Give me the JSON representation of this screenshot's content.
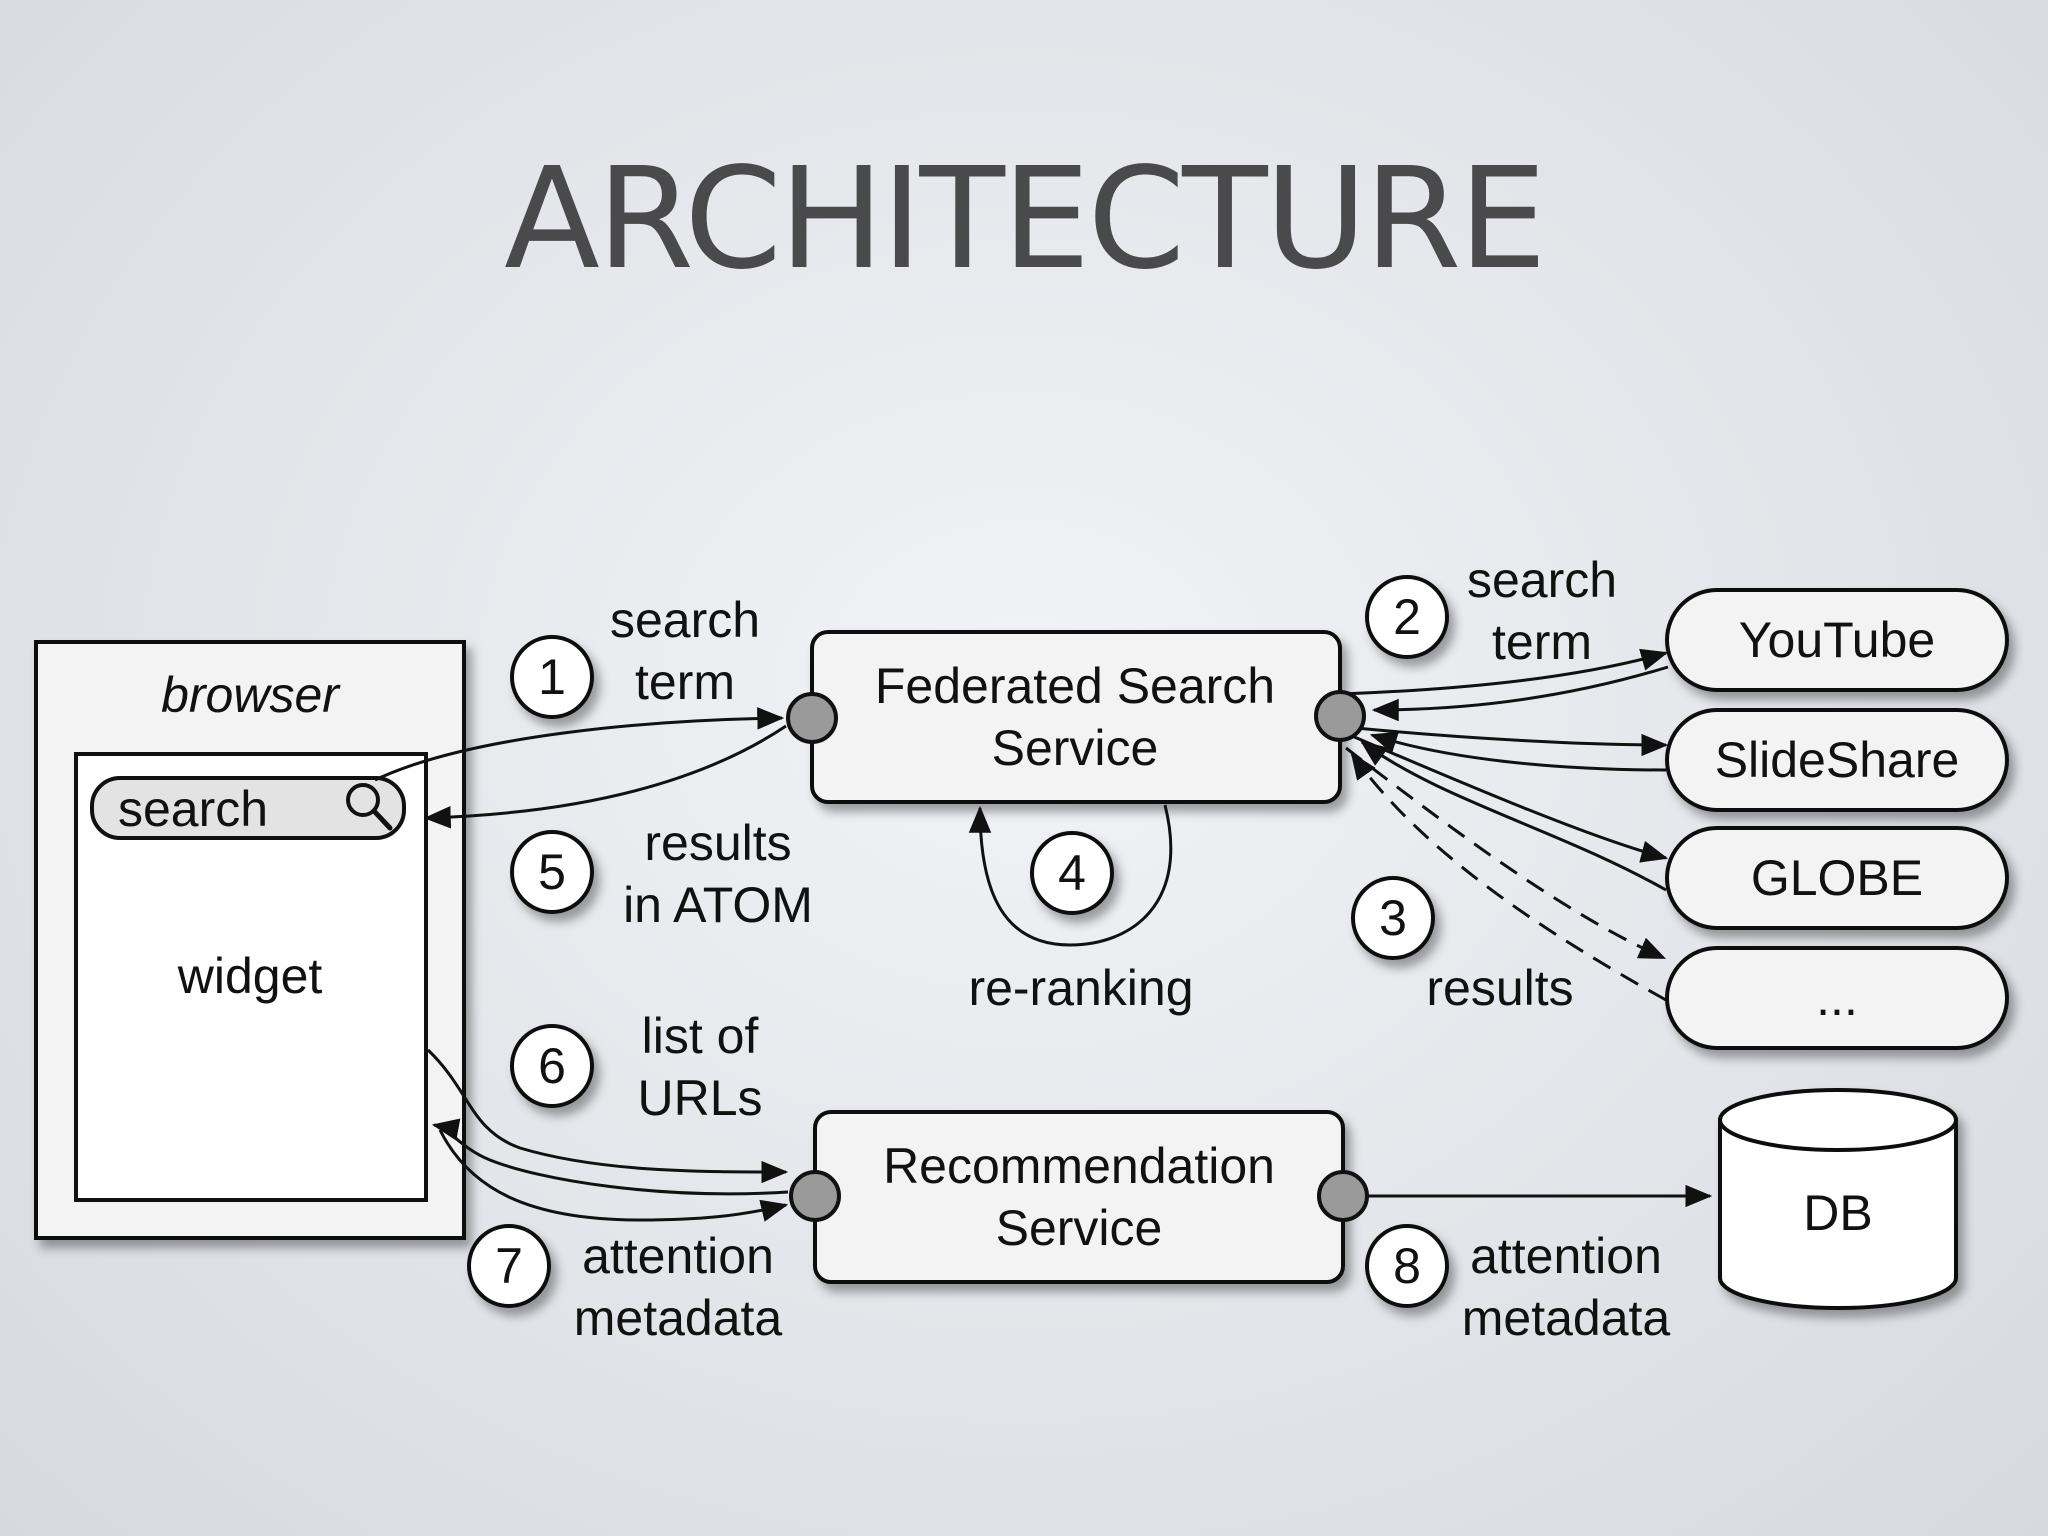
{
  "title": "ARCHITECTURE",
  "browser": {
    "label": "browser",
    "search_placeholder": "search",
    "widget_label": "widget"
  },
  "services": {
    "federated_line1": "Federated Search",
    "federated_line2": "Service",
    "recommendation_line1": "Recommendation",
    "recommendation_line2": "Service"
  },
  "sources": [
    "YouTube",
    "SlideShare",
    "GLOBE",
    "..."
  ],
  "db_label": "DB",
  "steps": [
    {
      "num": "1",
      "line1": "search",
      "line2": "term"
    },
    {
      "num": "2",
      "line1": "search",
      "line2": "term"
    },
    {
      "num": "3",
      "line1": "results",
      "line2": ""
    },
    {
      "num": "4",
      "line1": "re-ranking",
      "line2": ""
    },
    {
      "num": "5",
      "line1": "results",
      "line2": "in ATOM"
    },
    {
      "num": "6",
      "line1": "list of",
      "line2": "URLs"
    },
    {
      "num": "7",
      "line1": "attention",
      "line2": "metadata"
    },
    {
      "num": "8",
      "line1": "attention",
      "line2": "metadata"
    }
  ],
  "colors": {
    "title": "#4a4a4c",
    "box_fill": "#f3f3f3",
    "stroke": "#111111",
    "connector": "#9a9a9a"
  }
}
